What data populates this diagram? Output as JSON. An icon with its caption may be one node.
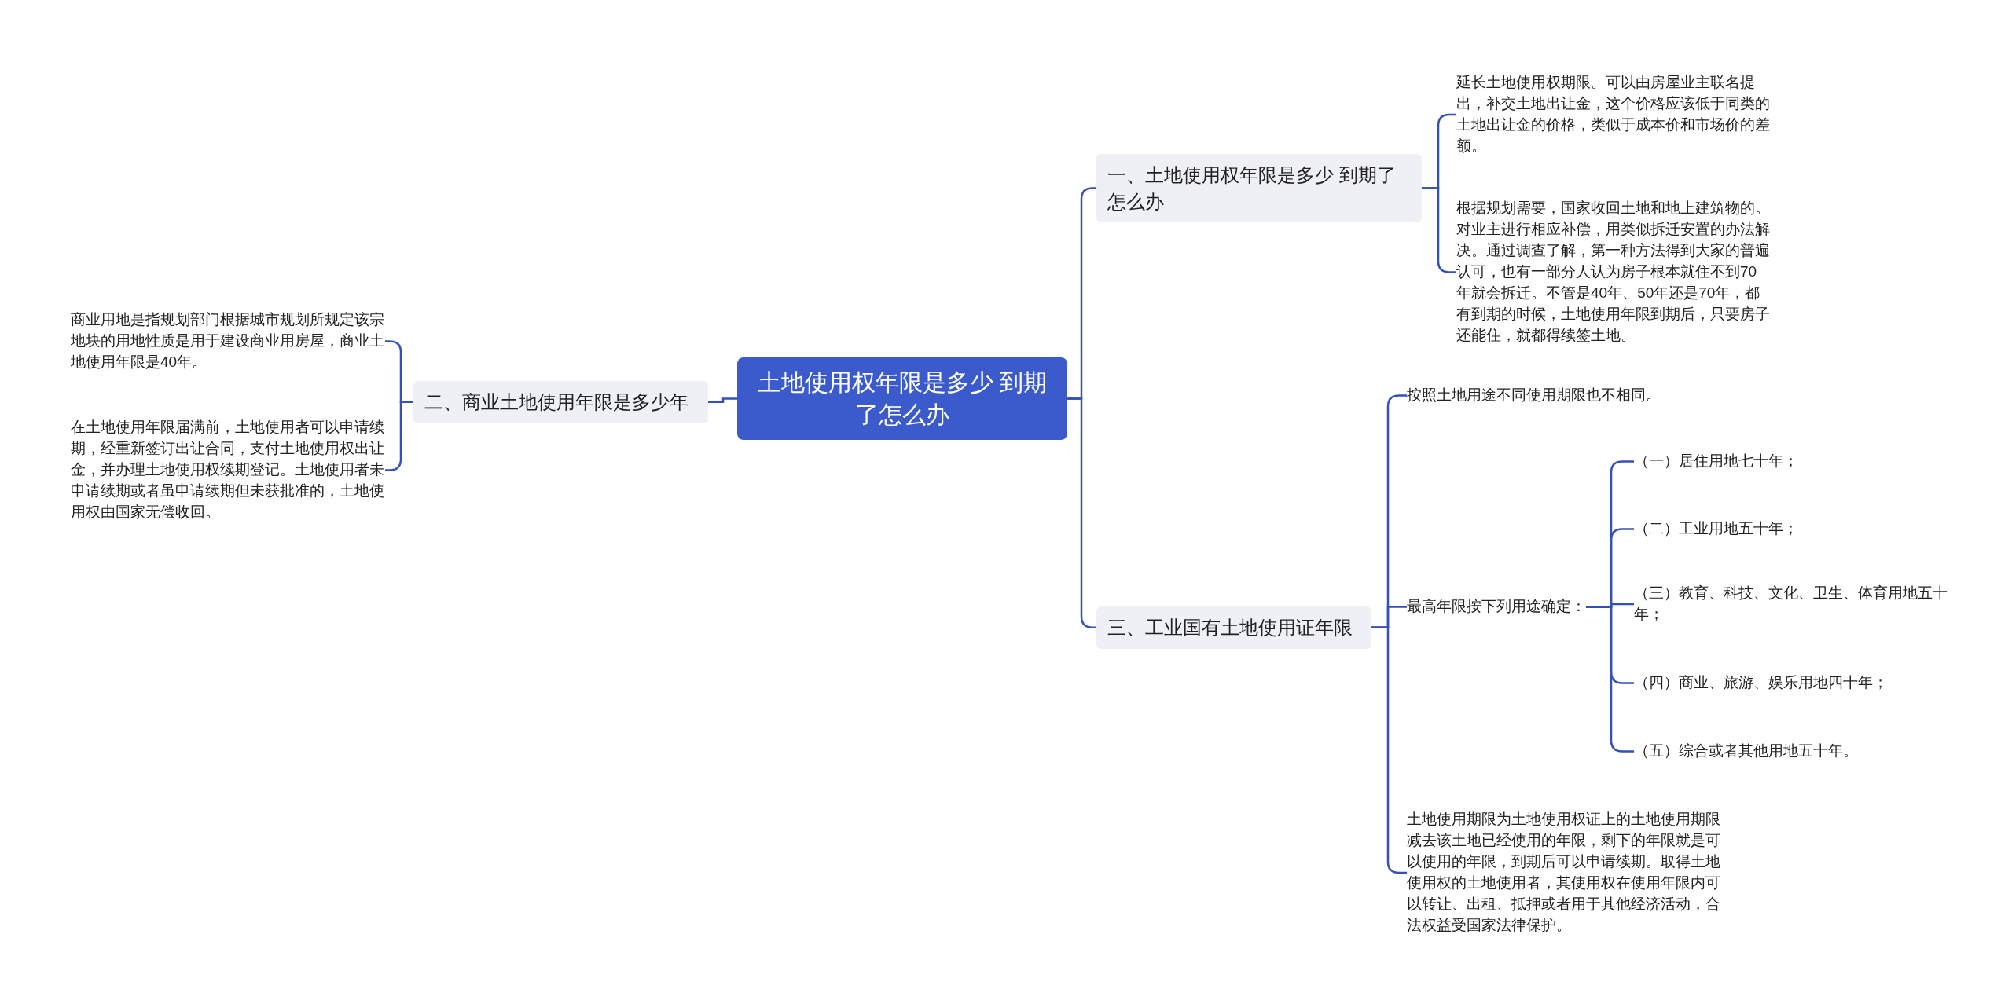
{
  "diagram": {
    "nodes": [
      {
        "text": [
          "土地使用权年限是多少 到期了怎么办"
        ]
      },
      {
        "text": [
          "一、土地使用权年限是多少 到期了怎么办"
        ]
      },
      {
        "text": [
          "延长土地使用权期限。可以由房屋业主联名提出，补交土地出让金，这个价格应该低于同类的土地出让金的价格，类似于成本价和市场价的差额。"
        ]
      },
      {
        "text": [
          "根据规划需要，国家收回土地和地上建筑物的。对业主进行相应补偿，用类似拆迁安置的办法解决。通过调查了解，第一种方法得到大家的普遍认可，也有一部分人认为房子根本就住不到70年就会拆迁。不管是40年、50年还是70年，都有到期的时候，土地使用年限到期后，只要房子还能住，就都得续签土地。"
        ]
      },
      {
        "text": [
          "二、商业土地使用年限是多少年"
        ]
      },
      {
        "text": [
          "商业用地是指规划部门根据城市规划所规定该宗地块的用地性质是用于建设商业用房屋，商业土地使用年限是40年。"
        ]
      },
      {
        "text": [
          "在土地使用年限届满前，土地使用者可以申请续期，经重新签订出让合同，支付土地使用权出让金，并办理土地使用权续期登记。土地使用者未申请续期或者虽申请续期但未获批准的，土地使用权由国家无偿收回。"
        ]
      },
      {
        "text": [
          "三、工业国有土地使用证年限"
        ]
      },
      {
        "text": [
          "按照土地用途不同使用期限也不相同。"
        ]
      },
      {
        "text": [
          "最高年限按下列用途确定："
        ]
      },
      {
        "text": [
          "（一）居住用地七十年；"
        ]
      },
      {
        "text": [
          "（二）工业用地五十年；"
        ]
      },
      {
        "text": [
          "（三）教育、科技、文化、卫生、体育用地五十年；"
        ]
      },
      {
        "text": [
          "（四）商业、旅游、娱乐用地四十年；"
        ]
      },
      {
        "text": [
          "（五）综合或者其他用地五十年。"
        ]
      },
      {
        "text": [
          "土地使用期限为土地使用权证上的土地使用期限减去该土地已经使用的年限，剩下的年限就是可以使用的年限，到期后可以申请续期。取得土地使用权的土地使用者，其使用权在使用年限内可以转让、出租、抵押或者用于其他经济活动，合法权益受国家法律保护。"
        ]
      }
    ],
    "edges": [
      {
        "from": 0,
        "to": 1,
        "arrow": "none"
      },
      {
        "from": 1,
        "to": 2,
        "arrow": "none"
      },
      {
        "from": 1,
        "to": 3,
        "arrow": "none"
      },
      {
        "from": 0,
        "to": 4,
        "arrow": "none"
      },
      {
        "from": 4,
        "to": 5,
        "arrow": "none"
      },
      {
        "from": 4,
        "to": 6,
        "arrow": "none"
      },
      {
        "from": 0,
        "to": 7,
        "arrow": "none"
      },
      {
        "from": 7,
        "to": 8,
        "arrow": "none"
      },
      {
        "from": 7,
        "to": 9,
        "arrow": "none"
      },
      {
        "from": 9,
        "to": 10,
        "arrow": "none"
      },
      {
        "from": 9,
        "to": 11,
        "arrow": "none"
      },
      {
        "from": 9,
        "to": 12,
        "arrow": "none"
      },
      {
        "from": 9,
        "to": 13,
        "arrow": "none"
      },
      {
        "from": 9,
        "to": 14,
        "arrow": "none"
      },
      {
        "from": 7,
        "to": 15,
        "arrow": "none"
      }
    ]
  }
}
